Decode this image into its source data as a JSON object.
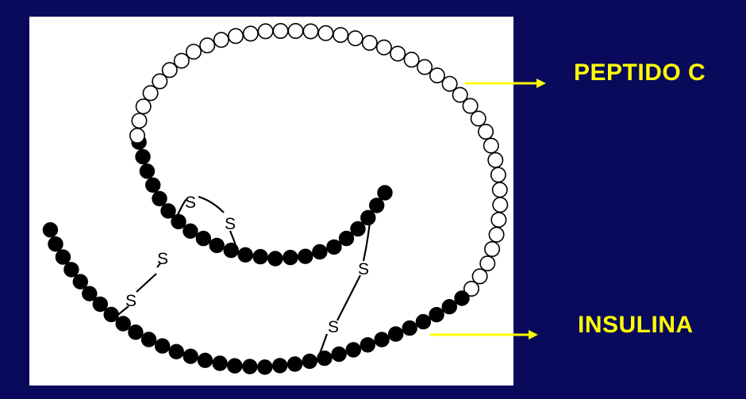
{
  "labels": {
    "peptide_c": "PEPTIDO C",
    "insulin": "INSULINA"
  },
  "disulfide_letter": "S",
  "colors": {
    "background": "#0a0a5c",
    "panel": "#ffffff",
    "label_and_arrow": "#ffff00",
    "residue_filled": "#000000",
    "residue_open": "#ffffff"
  }
}
